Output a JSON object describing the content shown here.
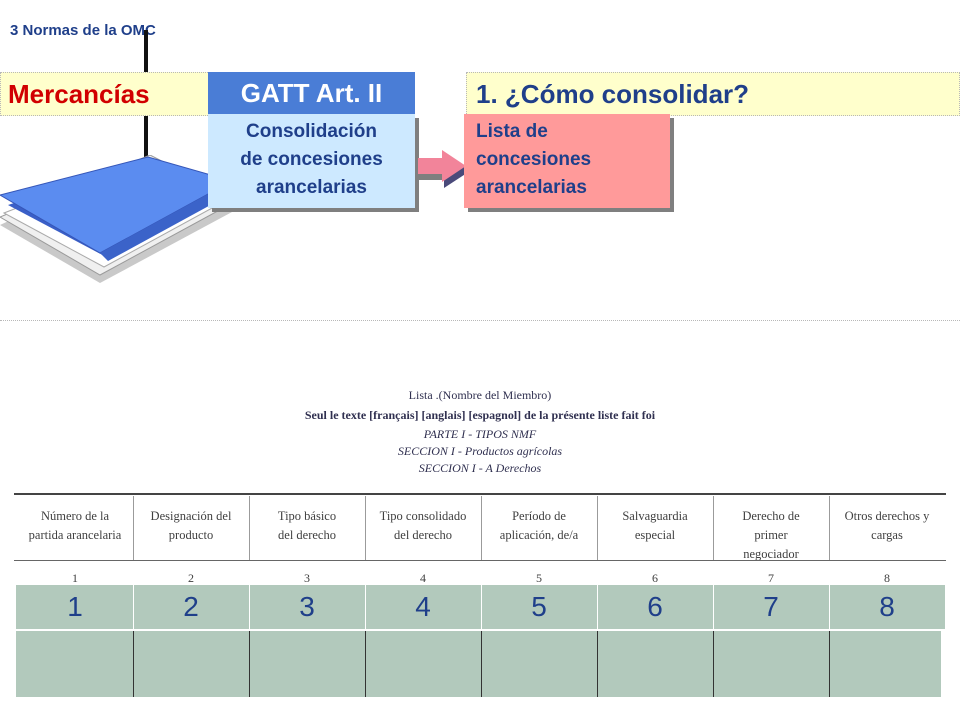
{
  "header": {
    "section": "3 Normas de la OMC",
    "left_band": "Mercancías",
    "gatt": "GATT Art. II",
    "right_band": "1. ¿Cómo consolidar?"
  },
  "boxes": {
    "consolidacion": [
      "Consolidación",
      "de concesiones",
      "arancelarias"
    ],
    "lista": [
      "Lista de",
      "concesiones",
      "arancelarias"
    ]
  },
  "document": {
    "title": "Lista .(Nombre del Miembro)",
    "seul": "Seul le texte [français] [anglais] [espagnol] de la présente liste fait foi",
    "parte": "PARTE I - TIPOS NMF",
    "seccion": "SECCION I - Productos agrícolas",
    "seccion_a": "SECCION I - A  Derechos",
    "columns": [
      [
        "Número de la",
        "partida arancelaria"
      ],
      [
        "Designación del",
        "producto"
      ],
      [
        "Tipo básico",
        "del derecho"
      ],
      [
        "Tipo consolidado",
        "del derecho"
      ],
      [
        "Período de",
        "aplicación, de/a"
      ],
      [
        "Salvaguardia",
        "especial"
      ],
      [
        "Derecho de",
        "primer",
        "negociador"
      ],
      [
        "Otros derechos y",
        "cargas"
      ]
    ],
    "column_numbers": [
      "1",
      "2",
      "3",
      "4",
      "5",
      "6",
      "7",
      "8"
    ]
  },
  "big_numbers": [
    "1",
    "2",
    "3",
    "4",
    "5",
    "6",
    "7",
    "8"
  ],
  "colors": {
    "red": "#d10000",
    "navy": "#1f3f8a",
    "gatt_blue": "#4a7dd6",
    "light_blue": "#cde9ff",
    "pink": "#ff9a9a",
    "yellow_band": "#ffffcc",
    "green_grey": "#b2c9bc"
  }
}
